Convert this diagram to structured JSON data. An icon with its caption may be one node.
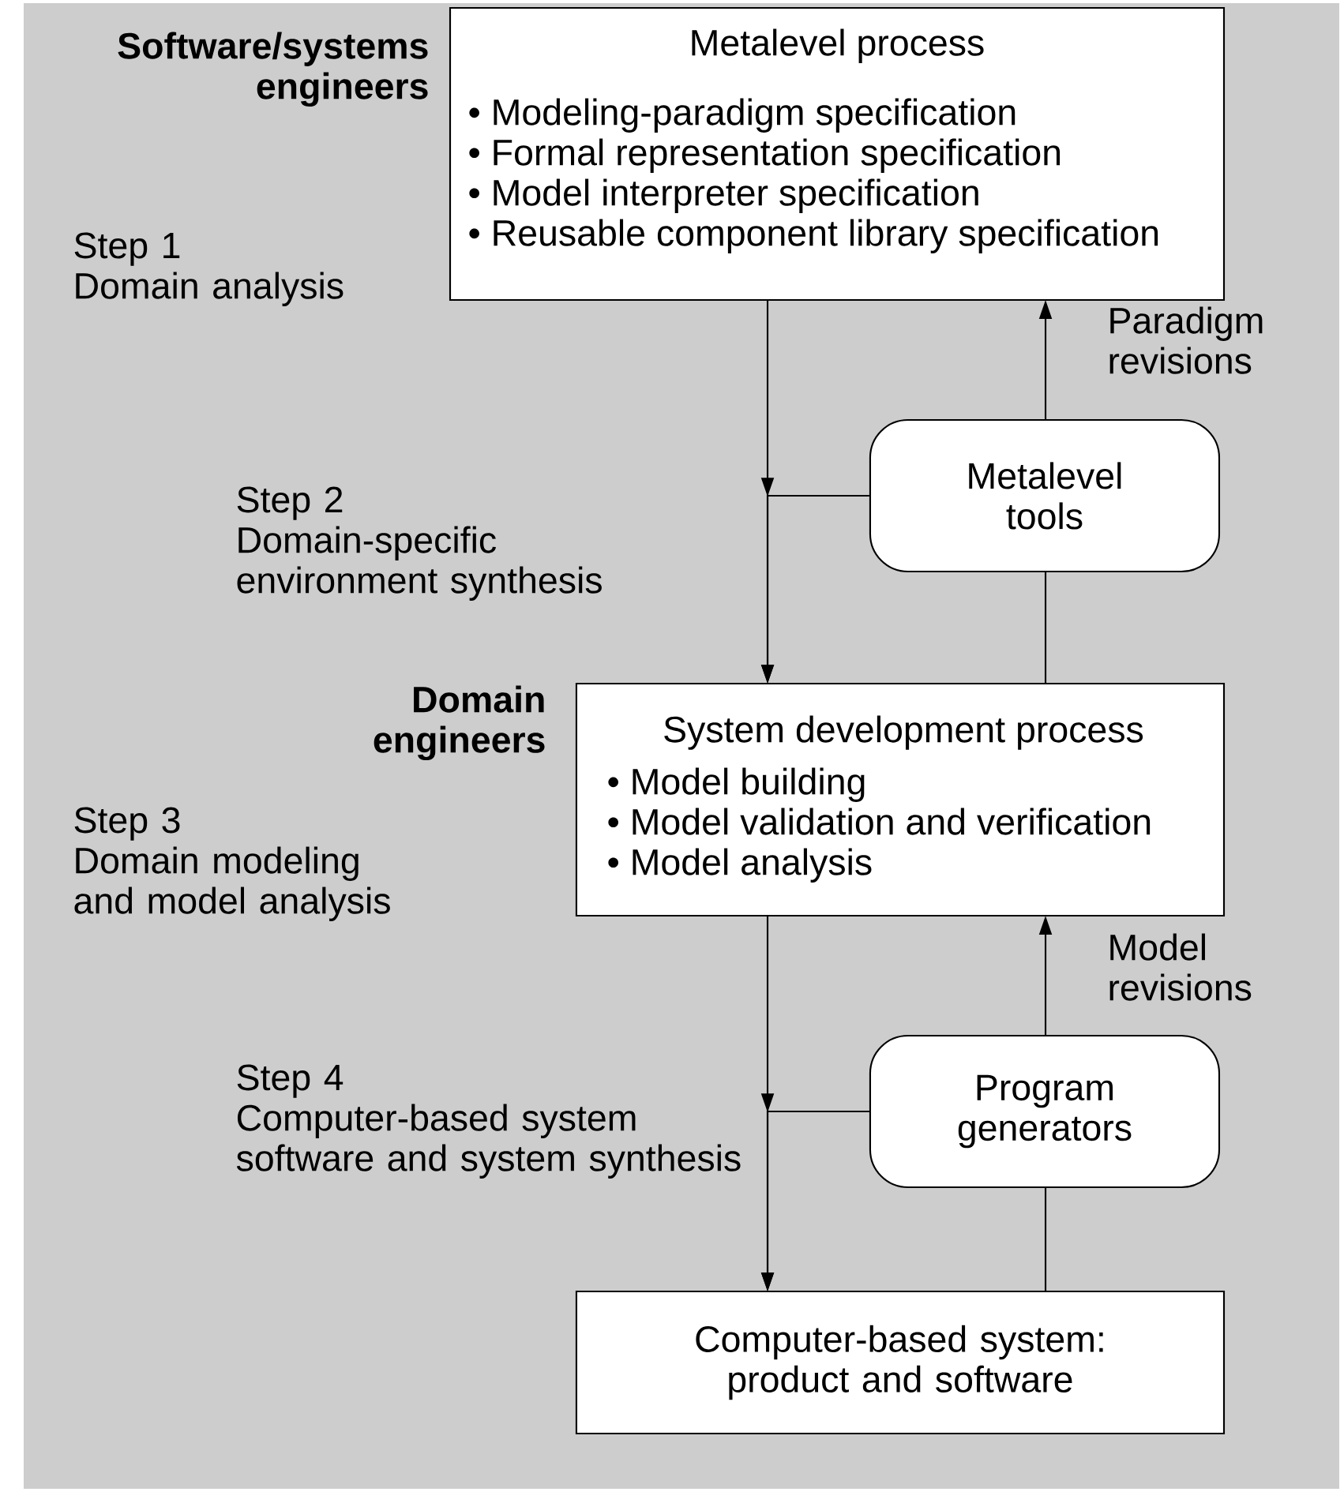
{
  "diagram": {
    "nodes": [
      {
        "text": [
          "Metalevel process",
          "• Modeling-paradigm specification",
          "• Formal representation specification",
          "• Model interpreter specification",
          "• Reusable component library specification"
        ],
        "beside": [
          "Software/systems engineers"
        ]
      },
      {
        "text": [
          "Metalevel tools"
        ]
      },
      {
        "text": [
          "System development process",
          "• Model building",
          "• Model validation and verification",
          "• Model analysis"
        ],
        "beside": [
          "Domain engineers"
        ]
      },
      {
        "text": [
          "Program generators"
        ]
      },
      {
        "text": [
          "Computer-based system: product and software"
        ]
      }
    ],
    "edges": [
      {
        "from": 0,
        "to": 2,
        "arrow": "to"
      },
      {
        "from": 1,
        "to": 2,
        "arrow": "to"
      },
      {
        "from": 2,
        "to": 1,
        "arrow": "none"
      },
      {
        "from": 1,
        "to": 0,
        "arrow": "to",
        "label": "Paradigm revisions"
      },
      {
        "from": 2,
        "to": 4,
        "arrow": "to"
      },
      {
        "from": 3,
        "to": 4,
        "arrow": "to"
      },
      {
        "from": 4,
        "to": 3,
        "arrow": "none"
      },
      {
        "from": 3,
        "to": 2,
        "arrow": "to",
        "label": "Model revisions"
      }
    ],
    "labels": [
      "Step 1",
      "Domain analysis",
      "Step 2",
      "Domain-specific environment synthesis",
      "Step 3",
      "Domain modeling and model analysis",
      "Step 4",
      "Computer-based system software and system synthesis"
    ]
  }
}
